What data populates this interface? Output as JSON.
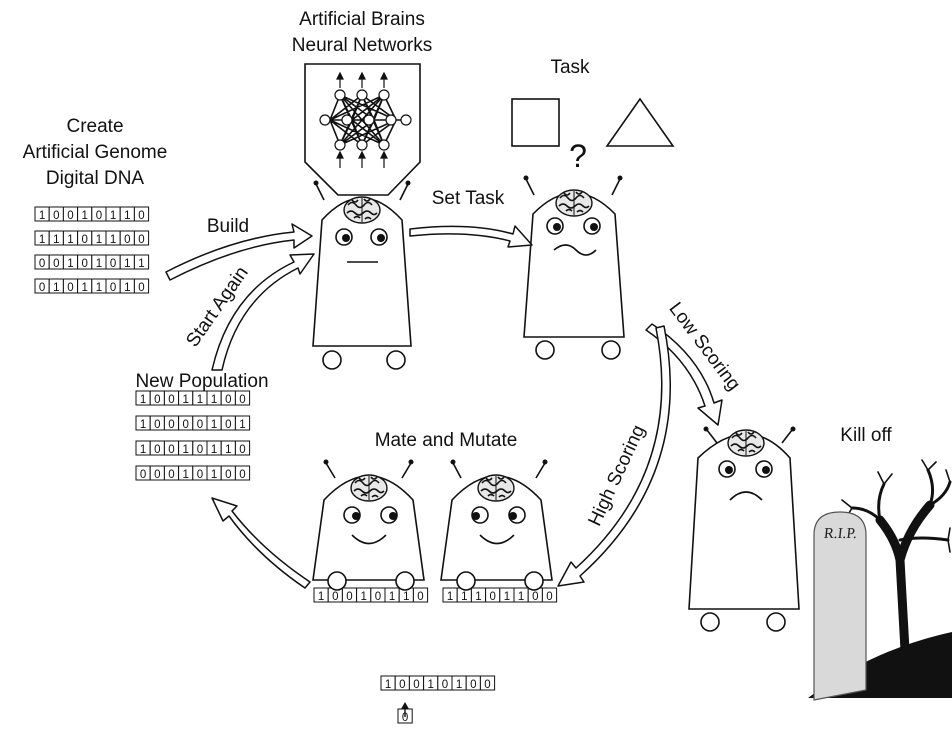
{
  "labels": {
    "brains_line1": "Artificial Brains",
    "brains_line2": "Neural Networks",
    "task": "Task",
    "question": "?",
    "create_line1": "Create",
    "create_line2": "Artificial Genome",
    "create_line3": "Digital DNA",
    "build": "Build",
    "set_task": "Set Task",
    "start_again": "Start Again",
    "new_population": "New Population",
    "low_scoring": "Low Scoring",
    "high_scoring": "High Scoring",
    "kill_off": "Kill off",
    "mate_and_mutate": "Mate and Mutate",
    "rip": "R.I.P."
  },
  "genomes": {
    "initial": [
      "10010110",
      "11101100",
      "00101011",
      "01011010"
    ],
    "new_population": [
      "10011100",
      "10000101",
      "10010110",
      "00010100"
    ],
    "parent_a": "10010110",
    "parent_b": "11101100",
    "child": "10010100",
    "mutation": "0"
  }
}
